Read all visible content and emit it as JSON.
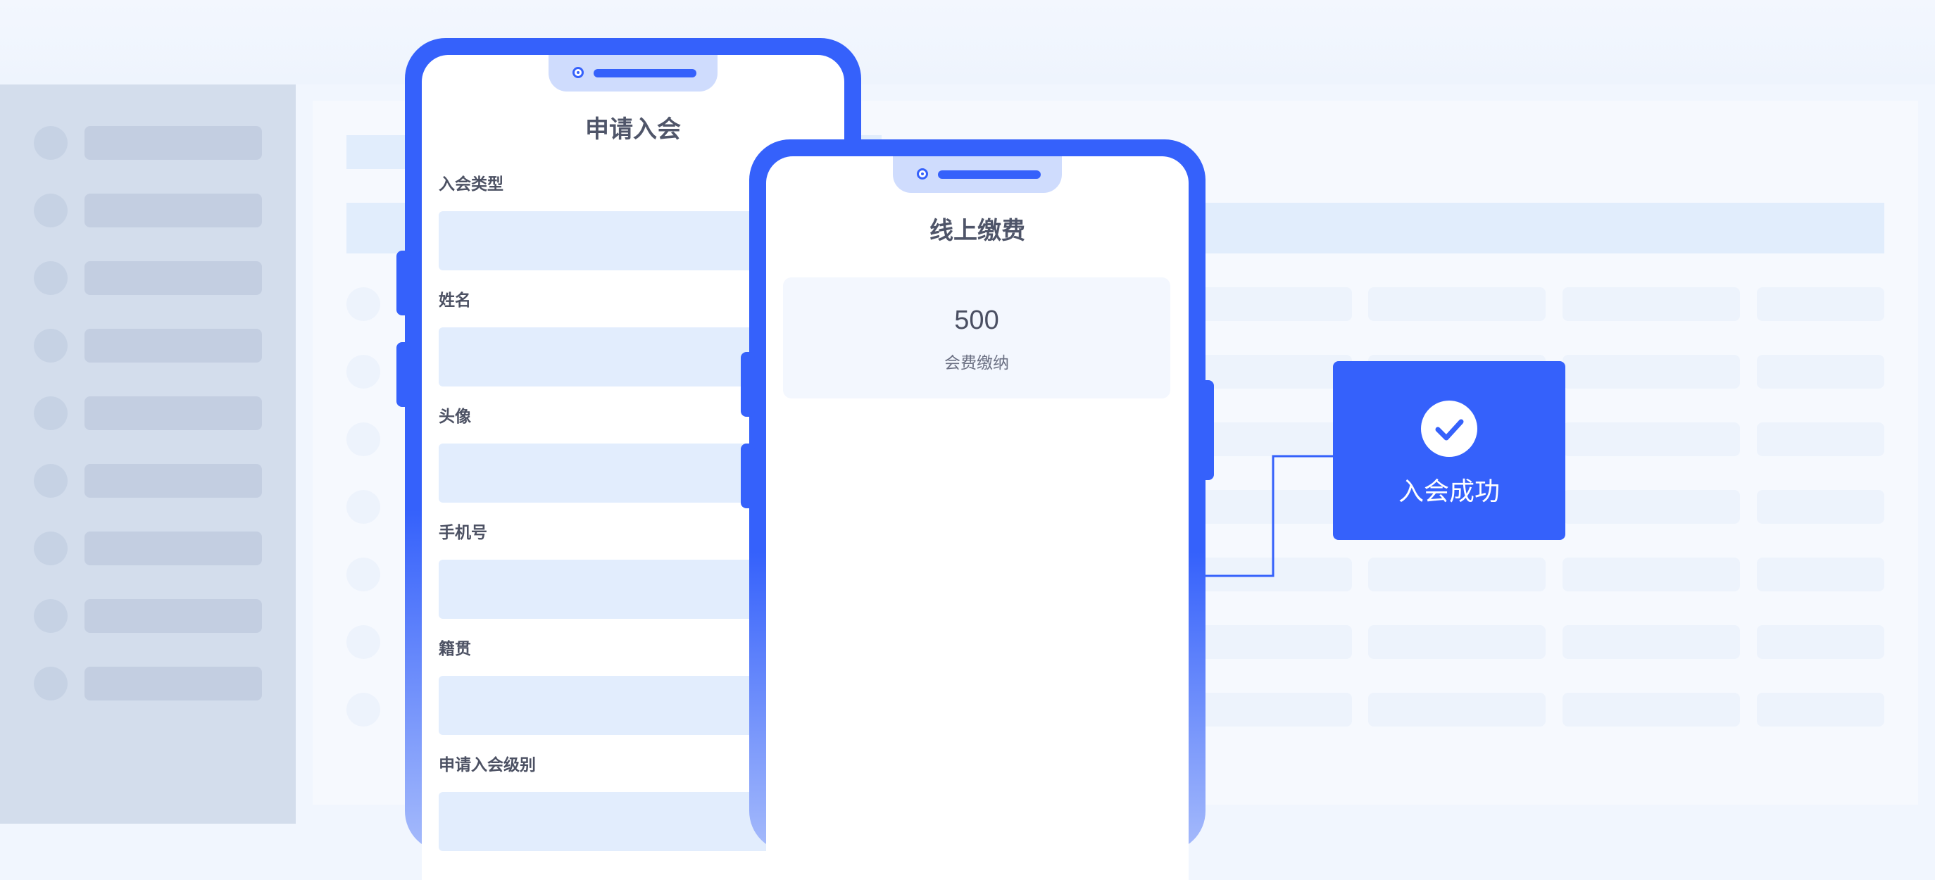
{
  "apply_phone": {
    "title": "申请入会",
    "fields": [
      {
        "label": "入会类型"
      },
      {
        "label": "姓名"
      },
      {
        "label": "头像"
      },
      {
        "label": "手机号"
      },
      {
        "label": "籍贯"
      },
      {
        "label": "申请入会级别"
      }
    ]
  },
  "payment_phone": {
    "title": "线上缴费",
    "amount": "500",
    "caption": "会费缴纳"
  },
  "success_card": {
    "text": "入会成功",
    "icon": "check-icon"
  },
  "colors": {
    "primary": "#3561fb",
    "field_bg": "#e2edfd",
    "sidebar_bg": "#d3ddec",
    "page_bg": "#f1f6fe"
  }
}
